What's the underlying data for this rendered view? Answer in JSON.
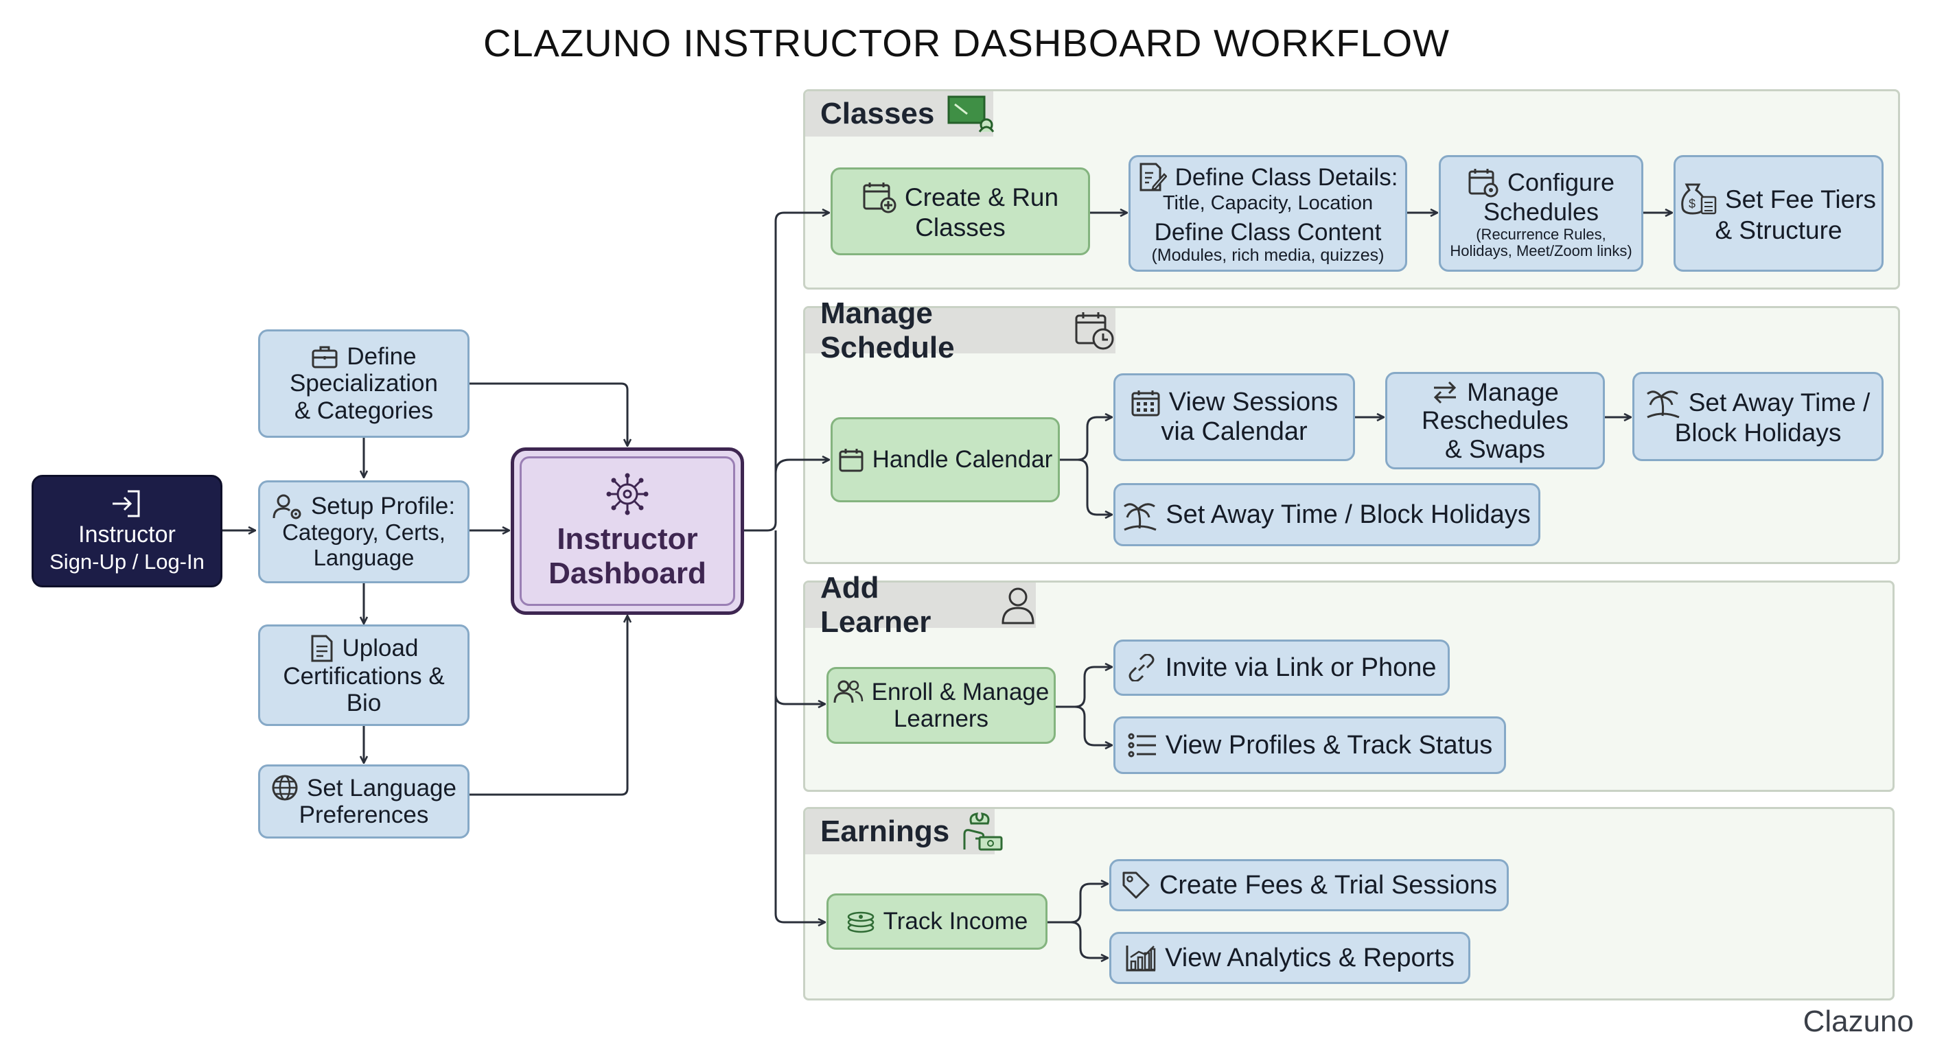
{
  "title": "CLAZUNO INSTRUCTOR DASHBOARD WORKFLOW",
  "brand": "Clazuno",
  "colors": {
    "onboarding_fill": "#cfe0ef",
    "action_fill": "#c6e5c3",
    "dashboard_fill": "#e4d8ef",
    "start_fill": "#1c1d47",
    "panel_fill": "#f4f8f2",
    "connector": "#2a2f3a"
  },
  "onboarding": {
    "start": {
      "line1": "Instructor",
      "line2": "Sign-Up / Log-In",
      "icon": "login-icon"
    },
    "specialization": {
      "line1": "Define",
      "line2": "Specialization",
      "line3": "& Categories",
      "icon": "briefcase-icon"
    },
    "profile": {
      "line1": "Setup Profile:",
      "line2": "Category, Certs,",
      "line3": "Language",
      "icon": "user-gear-icon"
    },
    "certifications": {
      "line1": "Upload",
      "line2": "Certifications &",
      "line3": "Bio",
      "icon": "document-icon"
    },
    "language": {
      "line1": "Set Language",
      "line2": "Preferences",
      "icon": "globe-icon"
    }
  },
  "dashboard": {
    "line1": "Instructor",
    "line2": "Dashboard",
    "icon": "virus-cog-icon"
  },
  "sections": {
    "classes": {
      "label": "Classes",
      "icon": "chalkboard-icon",
      "main": {
        "line1": "Create & Run",
        "line2": "Classes",
        "icon": "calendar-plus-icon"
      },
      "details": {
        "line1": "Define Class Details:",
        "line2": "Title, Capacity, Location",
        "line3": "Define Class Content",
        "line4": "(Modules, rich media, quizzes)",
        "icon": "edit-document-icon"
      },
      "schedules": {
        "line1": "Configure",
        "line2": "Schedules",
        "line3": "(Recurrence Rules,",
        "line4": "Holidays, Meet/Zoom links)",
        "icon": "calendar-gear-icon"
      },
      "fees": {
        "line1": "Set Fee Tiers",
        "line2": "& Structure",
        "icon": "money-bag-icon"
      }
    },
    "schedule": {
      "label": "Manage Schedule",
      "icon": "calendar-clock-icon",
      "main": {
        "text": "Handle Calendar",
        "icon": "calendar-icon"
      },
      "view": {
        "line1": "View Sessions",
        "line2": "via Calendar",
        "icon": "calendar-grid-icon"
      },
      "reschedule": {
        "line1": "Manage",
        "line2": "Reschedules",
        "line3": "& Swaps",
        "icon": "swap-icon"
      },
      "away_top": {
        "line1": "Set Away Time /",
        "line2": "Block Holidays",
        "icon": "palm-tree-icon"
      },
      "away_bottom": {
        "text": "Set Away Time / Block Holidays",
        "icon": "palm-tree-icon"
      }
    },
    "learner": {
      "label": "Add Learner",
      "icon": "person-icon",
      "main": {
        "line1": "Enroll & Manage",
        "line2": "Learners",
        "icon": "users-icon"
      },
      "invite": {
        "text": "Invite via Link or Phone",
        "icon": "link-icon"
      },
      "profiles": {
        "text": "View Profiles & Track Status",
        "icon": "list-icon"
      }
    },
    "earnings": {
      "label": "Earnings",
      "icon": "money-hand-icon",
      "main": {
        "text": "Track Income",
        "icon": "cash-stack-icon"
      },
      "fees": {
        "text": "Create Fees & Trial Sessions",
        "icon": "tag-icon"
      },
      "analytics": {
        "text": "View Analytics & Reports",
        "icon": "bar-chart-icon"
      }
    }
  }
}
